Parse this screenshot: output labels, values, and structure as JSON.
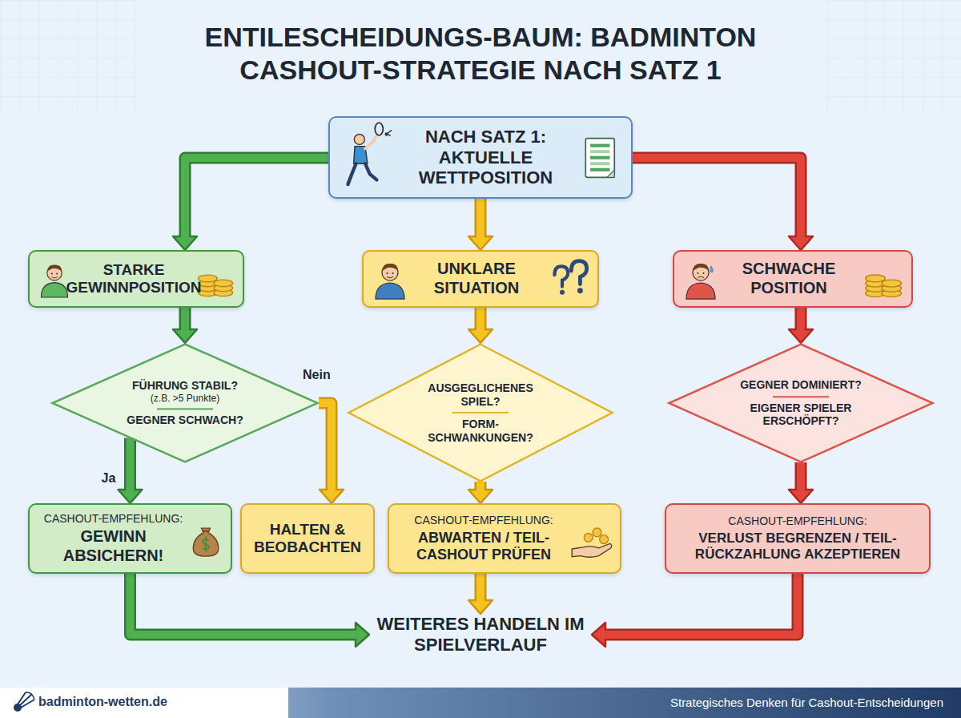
{
  "diagram": {
    "title": "ENTILESCHEIDUNGS-BAUM: BADMINTON CASHOUT-STRATEGIE NACH SATZ 1",
    "nodes": [
      {
        "text": [
          "NACH SATZ 1: AKTUELLE WETTPOSITION"
        ]
      },
      {
        "text": [
          "STARKE GEWINNPOSITION"
        ]
      },
      {
        "text": [
          "UNKLARE SITUATION"
        ]
      },
      {
        "text": [
          "SCHWACHE POSITION"
        ]
      },
      {
        "text": [
          "FÜHRUNG STABIL?",
          "(z.B. >5 Punkte)",
          "GEGNER SCHWACH?"
        ]
      },
      {
        "text": [
          "AUSGEGLICHENES SPIEL?",
          "FORM- SCHWANKUNGEN?"
        ]
      },
      {
        "text": [
          "GEGNER DOMINIERT?",
          "EIGENER SPIELER ERSCHÖPFT?"
        ]
      },
      {
        "text": [
          "CASHOUT-EMPFEHLUNG:",
          "GEWINN ABSICHERN!"
        ]
      },
      {
        "text": [
          "HALTEN & BEOBACHTEN"
        ]
      },
      {
        "text": [
          "CASHOUT-EMPFEHLUNG:",
          "ABWARTEN / TEIL- CASHOUT PRÜFEN"
        ]
      },
      {
        "text": [
          "CASHOUT-EMPFEHLUNG:",
          "VERLUST BEGRENZEN / TEIL- RÜCKZAHLUNG AKZEPTIEREN"
        ]
      },
      {
        "text": [
          "WEITERES HANDELN IM SPIELVERLAUF"
        ]
      }
    ],
    "edges": [
      {
        "from": 0,
        "to": 1,
        "arrow": "to"
      },
      {
        "from": 0,
        "to": 2,
        "arrow": "to"
      },
      {
        "from": 0,
        "to": 3,
        "arrow": "to"
      },
      {
        "from": 1,
        "to": 4,
        "arrow": "to"
      },
      {
        "from": 4,
        "to": 7,
        "label": "Ja",
        "arrow": "to"
      },
      {
        "from": 4,
        "to": 8,
        "label": "Nein",
        "arrow": "to"
      },
      {
        "from": 2,
        "to": 5,
        "arrow": "to"
      },
      {
        "from": 3,
        "to": 6,
        "arrow": "to"
      },
      {
        "from": 5,
        "to": 9,
        "arrow": "to"
      },
      {
        "from": 6,
        "to": 10,
        "arrow": "to"
      },
      {
        "from": 7,
        "to": 11,
        "arrow": "to"
      },
      {
        "from": 9,
        "to": 11,
        "arrow": "to"
      },
      {
        "from": 10,
        "to": 11,
        "arrow": "to"
      }
    ],
    "labels": [
      "badminton-wetten.de",
      "Strategisches Denken für Cashout-Entscheidungen"
    ]
  }
}
